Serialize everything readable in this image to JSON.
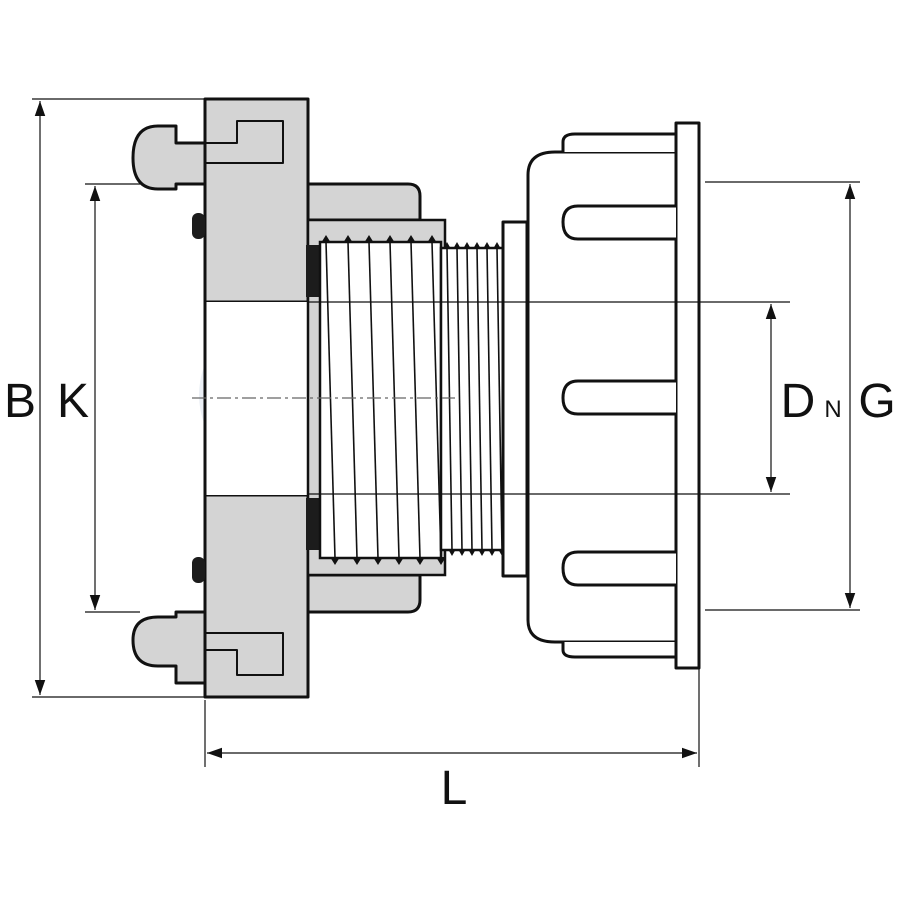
{
  "labels": {
    "b": "B",
    "k": "K",
    "d": "D",
    "n": "N",
    "g": "G",
    "l": "L"
  },
  "colors": {
    "line": "#111111",
    "fill_gray": "#d4d4d4",
    "fill_white": "#ffffff",
    "dark_part": "#1c1c1c",
    "watermark": "#e9eef4"
  }
}
